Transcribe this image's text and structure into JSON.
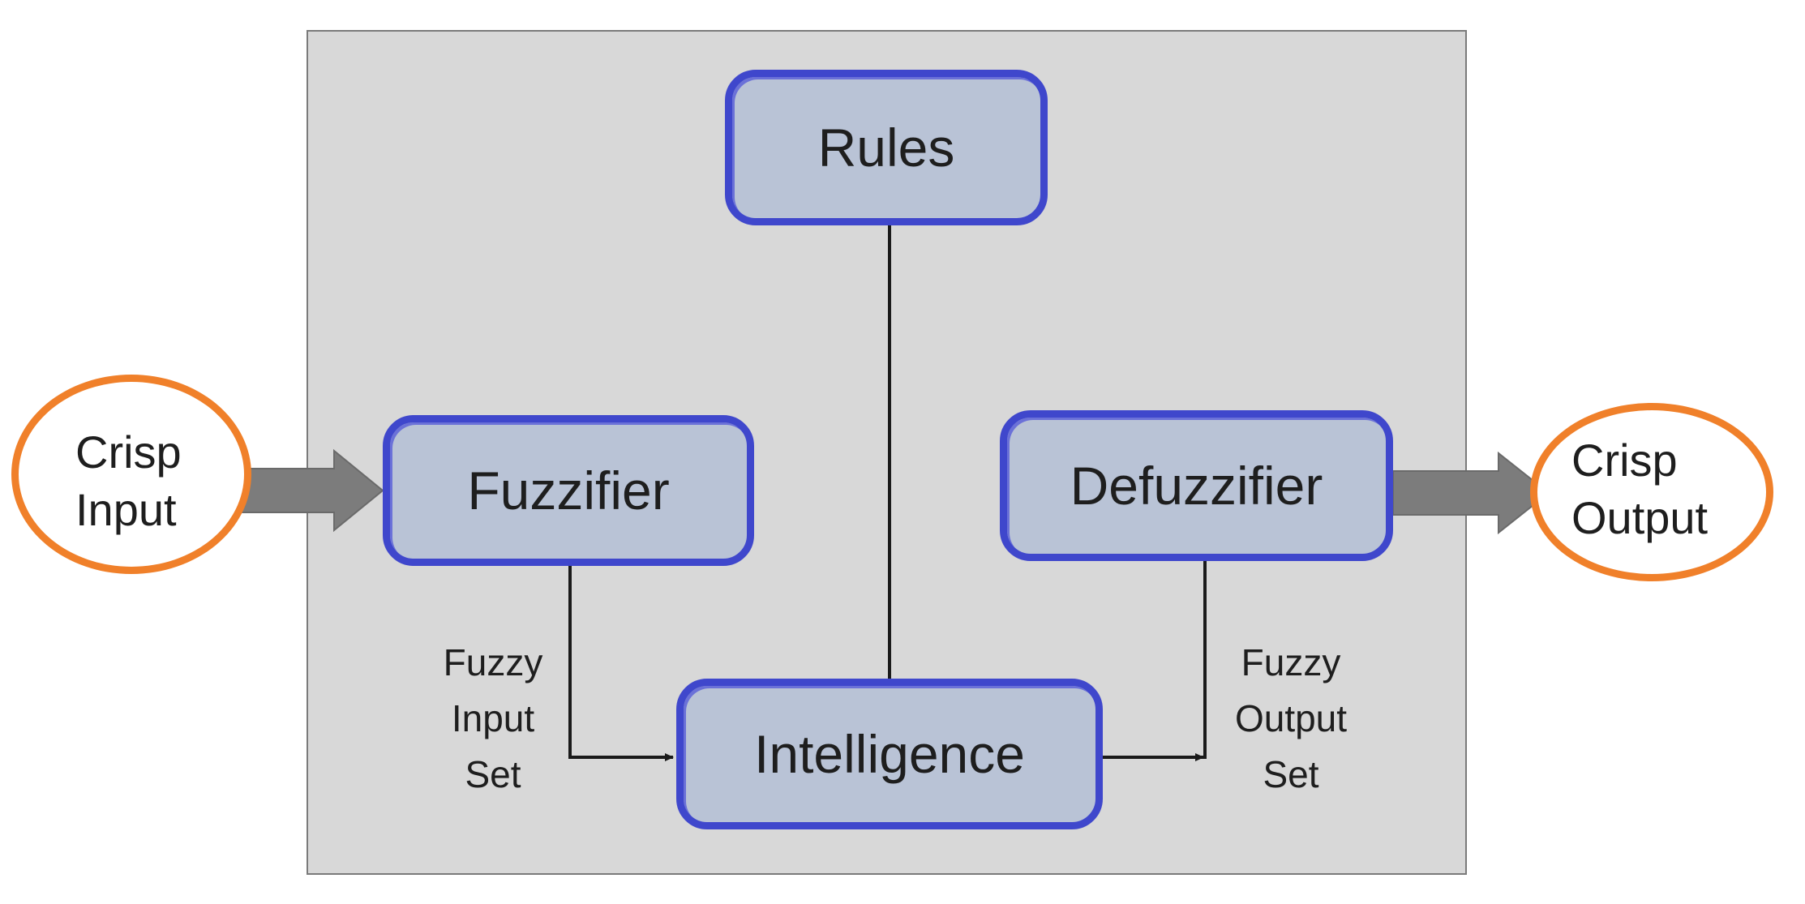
{
  "blocks": {
    "rules": "Rules",
    "fuzzifier": "Fuzzifier",
    "defuzzifier": "Defuzzifier",
    "intelligence": "Intelligence"
  },
  "io": {
    "input_line1": "Crisp",
    "input_line2": "Input",
    "output_line1": "Crisp",
    "output_line2": "Output"
  },
  "sets": {
    "fuzzy_input": [
      "Fuzzy",
      "Input",
      "Set"
    ],
    "fuzzy_output": [
      "Fuzzy",
      "Output",
      "Set"
    ]
  },
  "colors": {
    "panel": "#d8d8d8",
    "block_fill": "#b9c3d6",
    "block_border": "#3f47cc",
    "ellipse_border": "#f0802a",
    "big_arrow": "#7c7c7c"
  }
}
